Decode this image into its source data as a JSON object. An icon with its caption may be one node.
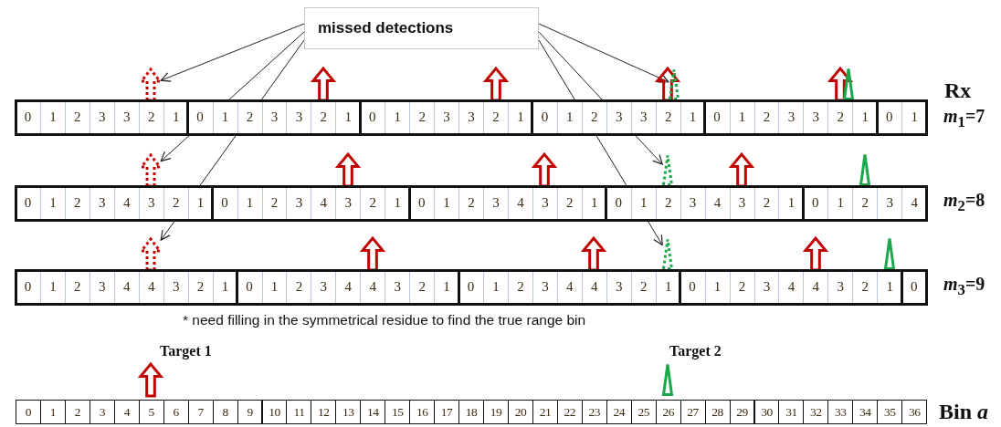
{
  "diagram": {
    "nodes": [
      {
        "text": [
          "missed detections"
        ]
      },
      {
        "text": [],
        "shape": "arrow"
      },
      {
        "text": [],
        "shape": "triangle"
      },
      {
        "text": [],
        "shape": "arrow"
      },
      {
        "text": [],
        "shape": "triangle"
      },
      {
        "text": [],
        "shape": "arrow"
      },
      {
        "text": [],
        "shape": "triangle"
      }
    ],
    "edges": [
      {
        "from": 0,
        "to": 1,
        "arrow": "to"
      },
      {
        "from": 0,
        "to": 3,
        "arrow": "to"
      },
      {
        "from": 0,
        "to": 5,
        "arrow": "to"
      },
      {
        "from": 0,
        "to": 2,
        "arrow": "to"
      },
      {
        "from": 0,
        "to": 4,
        "arrow": "to"
      },
      {
        "from": 0,
        "to": 6,
        "arrow": "to"
      }
    ],
    "labels": [
      "Rx",
      "0",
      "1",
      "2",
      "3",
      "3",
      "2",
      "1",
      "0",
      "1",
      "2",
      "3",
      "3",
      "2",
      "1",
      "0",
      "1",
      "2",
      "3",
      "3",
      "2",
      "1",
      "0",
      "1",
      "2",
      "3",
      "3",
      "2",
      "1",
      "0",
      "1",
      "2",
      "3",
      "3",
      "2",
      "1",
      "0",
      "1",
      "*m*$_{1}$=7",
      "0",
      "1",
      "2",
      "3",
      "4",
      "3",
      "2",
      "1",
      "0",
      "1",
      "2",
      "3",
      "4",
      "3",
      "2",
      "1",
      "0",
      "1",
      "2",
      "3",
      "4",
      "3",
      "2",
      "1",
      "0",
      "1",
      "2",
      "3",
      "4",
      "3",
      "2",
      "1",
      "0",
      "1",
      "2",
      "3",
      "4",
      "*m*$_{2}$=8",
      "0",
      "1",
      "2",
      "3",
      "4",
      "4",
      "3",
      "2",
      "1",
      "0",
      "1",
      "2",
      "3",
      "4",
      "4",
      "3",
      "2",
      "1",
      "0",
      "1",
      "2",
      "3",
      "4",
      "4",
      "3",
      "2",
      "1",
      "0",
      "1",
      "2",
      "3",
      "4",
      "4",
      "3",
      "2",
      "1",
      "0",
      "*m*$_{3}$=9",
      "* need filling in the symmetrical residue to find the true range bin",
      "Target 1",
      "Target 2",
      "0",
      "1",
      "2",
      "3",
      "4",
      "5",
      "6",
      "7",
      "8",
      "9",
      "10",
      "11",
      "12",
      "13",
      "14",
      "15",
      "16",
      "17",
      "18",
      "19",
      "20",
      "21",
      "22",
      "23",
      "24",
      "25",
      "26",
      "27",
      "28",
      "29",
      "30",
      "31",
      "32",
      "33",
      "34",
      "35",
      "36",
      "Bin *a*"
    ]
  }
}
